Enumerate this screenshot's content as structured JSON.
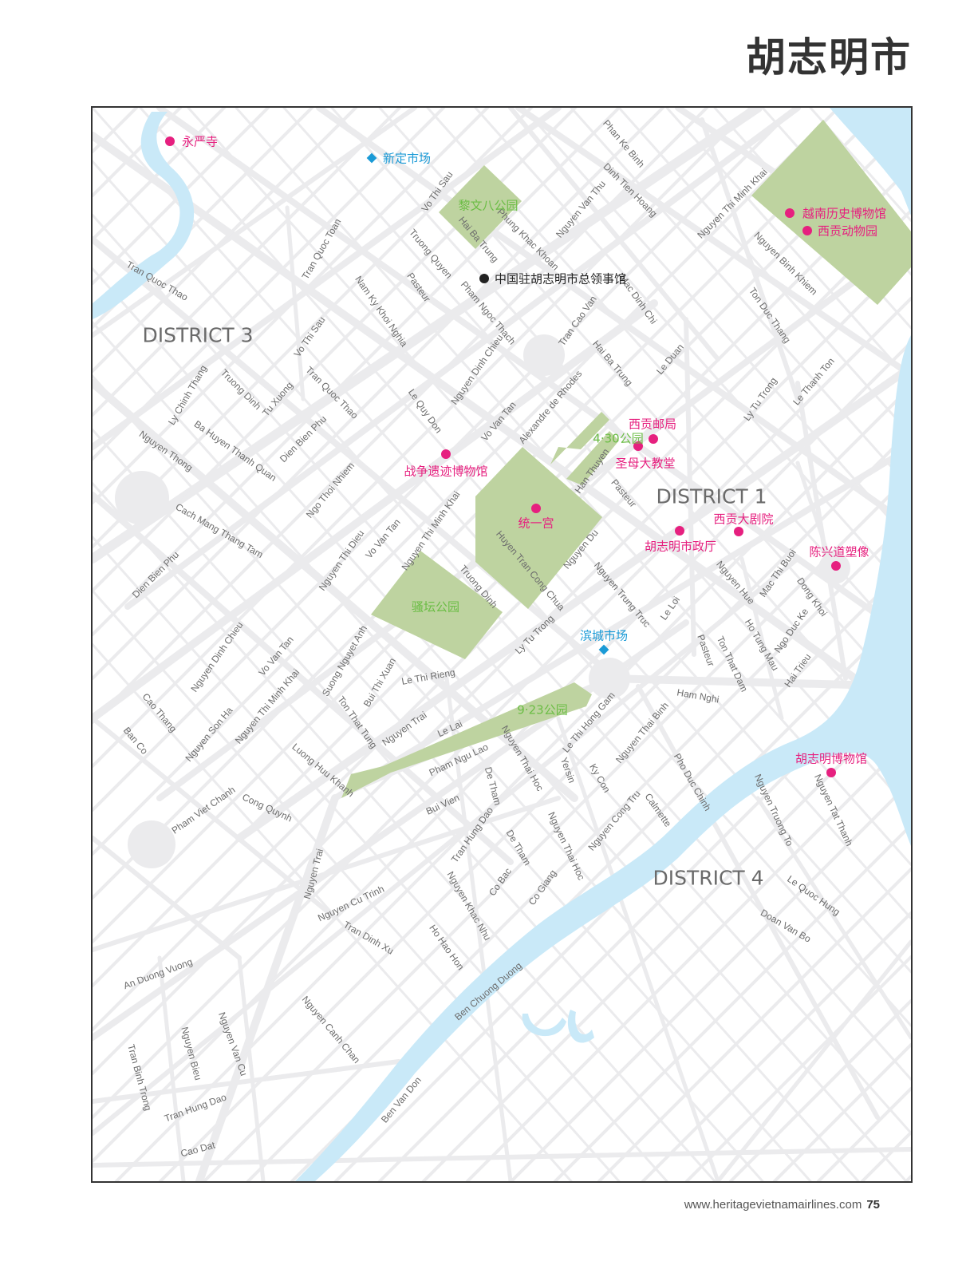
{
  "title": "胡志明市",
  "colors": {
    "poi_pink": "#e6207f",
    "market_blue": "#1a9ad6",
    "consulate": "#222222",
    "park": "#bed3a0",
    "park_label": "#6bbd45",
    "water": "#c9e9f8",
    "street": "#ebebed"
  },
  "districts": [
    "DISTRICT 3",
    "DISTRICT 1",
    "DISTRICT 4"
  ],
  "pois": [
    {
      "name": "永严寺",
      "type": "attraction",
      "icon": "pink-dot"
    },
    {
      "name": "新定市场",
      "type": "market",
      "icon": "blue-diamond"
    },
    {
      "name": "中国驻胡志明市总领事馆",
      "type": "consulate",
      "icon": "black-dot"
    },
    {
      "name": "越南历史博物馆",
      "type": "attraction",
      "icon": "pink-dot"
    },
    {
      "name": "西贡动物园",
      "type": "attraction",
      "icon": "pink-dot"
    },
    {
      "name": "战争遗迹博物馆",
      "type": "attraction",
      "icon": "pink-dot"
    },
    {
      "name": "西贡邮局",
      "type": "attraction",
      "icon": "pink-dot"
    },
    {
      "name": "圣母大教堂",
      "type": "attraction",
      "icon": "pink-dot"
    },
    {
      "name": "统一宫",
      "type": "attraction",
      "icon": "pink-dot"
    },
    {
      "name": "西贡大剧院",
      "type": "attraction",
      "icon": "pink-dot"
    },
    {
      "name": "胡志明市政厅",
      "type": "attraction",
      "icon": "pink-dot"
    },
    {
      "name": "陈兴道塑像",
      "type": "attraction",
      "icon": "pink-dot"
    },
    {
      "name": "滨城市场",
      "type": "market",
      "icon": "blue-diamond"
    },
    {
      "name": "胡志明博物馆",
      "type": "attraction",
      "icon": "pink-dot"
    }
  ],
  "parks": [
    "黎文八公园",
    "4·30公园",
    "骚坛公园",
    "9·23公园"
  ],
  "streets": [
    "Phan Ke Binh",
    "Dinh Tien Hoang",
    "Vo Thi Sau",
    "Hai Ba Trung",
    "Truong Quyen",
    "Phung Khac Khoan",
    "Nguyen Van Thu",
    "Mac Dinh Chi",
    "Nguyen Thi Minh Khai",
    "Nguyen Binh Khiem",
    "Tran Quoc Toan",
    "Tran Quoc Thao",
    "Nam Ky Khoi Nghia",
    "Pasteur",
    "Pham Ngoc Thach",
    "Tran Cao Van",
    "Hai Ba Trung",
    "Le Duan",
    "Ton Duc Thang",
    "Ly Tu Trong",
    "Le Thanh Ton",
    "Vo Thi Sau",
    "Ly Chinh Thang",
    "Truong Dinh",
    "Tu Xuong",
    "Tran Quoc Thao",
    "Ba Huyen Thanh Quan",
    "Dien Bien Phu",
    "Nguyen Thong",
    "Ngo Thoi Nhiem",
    "Le Quy Don",
    "Nguyen Dinh Chieu",
    "Vo Van Tan",
    "Alexandre de Rhodes",
    "Han Thuyen",
    "Pasteur",
    "Cach Mang Thang Tam",
    "Dien Bien Phu",
    "Nguyen Thi Dieu",
    "Vo Van Tan",
    "Nguyen Thi Minh Khai",
    "Huyen Tran Cong Chua",
    "Truong Dinh",
    "Nguyen Du",
    "Nguyen Trung Truc",
    "Le Loi",
    "Nguyen Hue",
    "Mac Thi Buoi",
    "Dong Khoi",
    "Ho Tung Mau",
    "Ton That Dam",
    "Pasteur",
    "Ngo Duc Ke",
    "Hai Trieu",
    "Ham Nghi",
    "Ly Tu Trong",
    "Le Thi Rieng",
    "Nguyen Dinh Chieu",
    "Vo Van Tan",
    "Cao Thang",
    "Ban Co",
    "Nguyen Son Ha",
    "Nguyen Thi Minh Khai",
    "Suong Nguyet Anh",
    "Bui Thi Xuan",
    "Ton That Tung",
    "Luong Huu Khanh",
    "Nguyen Trai",
    "Le Lai",
    "Pham Ngu Lao",
    "Nguyen Thai Hoc",
    "De Tham",
    "Cong Quynh",
    "Pham Viet Chanh",
    "Bui Vien",
    "Le Thi Hong Gam",
    "Yersin",
    "Nguyen Thai Binh",
    "Ky Con",
    "Pho Duc Chinh",
    "Nguyen Thai Hoc",
    "Nguyen Cong Tru",
    "Calmette",
    "Tran Hung Dao",
    "De Tham",
    "Co Bac",
    "Co Giang",
    "Nguyen Khac Nhu",
    "Nguyen Trai",
    "Nguyen Cu Trinh",
    "Tran Dinh Xu",
    "Ho Hao Hon",
    "Ben Chuong Duong",
    "Nguyen Truong To",
    "Nguyen Tat Thanh",
    "Le Quoc Hung",
    "Doan Van Bo",
    "An Duong Vuong",
    "Nguyen Canh Chan",
    "Nguyen Van Cu",
    "Nguyen Bieu",
    "Tran Binh Trong",
    "Tran Hung Dao",
    "Ben Van Don",
    "Cao Dat"
  ],
  "footer": {
    "url": "www.heritagevietnamairlines.com",
    "page": "75"
  }
}
